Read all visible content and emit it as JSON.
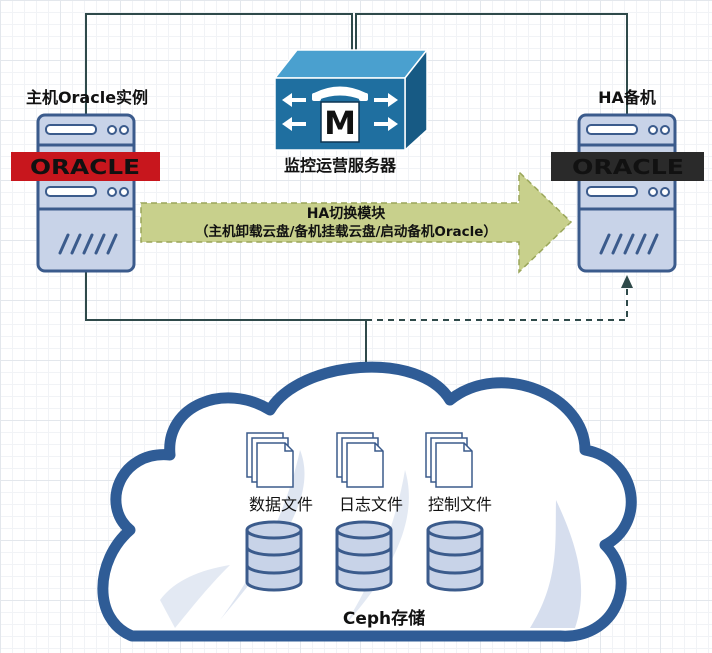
{
  "primary": {
    "label": "主机Oracle实例",
    "logo_text": "ORACLE",
    "logo_color": "#c8161d"
  },
  "standby": {
    "label": "HA备机",
    "logo_text": "ORACLE",
    "logo_color": "#2a2a2a"
  },
  "monitor": {
    "label": "监控运营服务器",
    "badge": "M",
    "color": "#1f6fa0"
  },
  "ha_module": {
    "title": "HA切换模块",
    "subtitle": "（主机卸载云盘/备机挂载云盘/启动备机Oracle）",
    "color": "#c8d08c"
  },
  "storage": {
    "label": "Ceph存储",
    "files": [
      {
        "label": "数据文件",
        "icon": "document-stack-icon"
      },
      {
        "label": "日志文件",
        "icon": "document-stack-icon"
      },
      {
        "label": "控制文件",
        "icon": "document-stack-icon"
      }
    ],
    "disks": [
      "database-icon",
      "database-icon",
      "database-icon"
    ]
  },
  "colors": {
    "server_fill": "#c8d3e8",
    "server_stroke": "#3b5b8c",
    "cloud_stroke": "#2f5c96",
    "line": "#2f4a4a"
  }
}
